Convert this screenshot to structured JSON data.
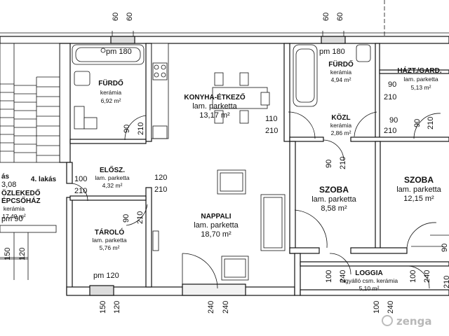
{
  "brand": {
    "watermark": "zenga"
  },
  "rooms": {
    "furdo_left": {
      "name": "FÜRDŐ",
      "floor": "kerámia",
      "area": "6,92 m²"
    },
    "konyha": {
      "name": "KONYHA-ÉTKEZŐ",
      "floor": "lam. parketta",
      "area": "13,17 m²"
    },
    "furdo_right": {
      "name": "FÜRDŐ",
      "floor": "kerámia",
      "area": "4,94 m²"
    },
    "haztgard": {
      "name": "HÁZT./GARD.",
      "floor": "lam. parketta",
      "area": "5,13 m²"
    },
    "kozl": {
      "name": "KÖZL",
      "floor": "kerámia",
      "area": "2,86 m²"
    },
    "eloszoba": {
      "name": "ELŐSZ.",
      "floor": "lam. parketta",
      "area": "4,32 m²"
    },
    "nappali": {
      "name": "NAPPALI",
      "floor": "lam. parketta",
      "area": "18,70 m²"
    },
    "szoba1": {
      "name": "SZOBA",
      "floor": "lam. parketta",
      "area": "8,58 m²"
    },
    "szoba2": {
      "name": "SZOBA",
      "floor": "lam. parketta",
      "area": "12,15 m²"
    },
    "tarolo": {
      "name": "TÁROLÓ",
      "floor": "lam. parketta",
      "area": "5,76 m²"
    },
    "loggia": {
      "name": "LOGGIA",
      "floor": "fagyálló csm. kerámia",
      "area": "5,10 m²"
    },
    "lakas": {
      "name": "4. lakás"
    },
    "kozlekedo": {
      "line1": "ás",
      "line2": "3,08",
      "line3": "ÖZLEKEDŐ",
      "line4": "ÉPCSŐHÁZ",
      "line5": "kerámia",
      "line6": "17,40 m²"
    }
  },
  "dims": {
    "top_60_a": "60",
    "top_60_b": "60",
    "top_60_c": "60",
    "top_60_d": "60",
    "pm180_a": "pm 180",
    "pm180_b": "pm 180",
    "d90_kitchen": "90",
    "d210_kitchen": "210",
    "d110_kozl": "110",
    "d210_kozl": "210",
    "d90_haztgard": "90",
    "d210_haztgard": "210",
    "d90_kozl_v": "90",
    "d210_kozl_v": "210",
    "d90_szoba_a": "90",
    "d210_szoba_a": "210",
    "d90_szoba_b": "90",
    "d210_szoba_b": "210",
    "d90_right_edge": "90",
    "d210_right_edge": "210",
    "d100_elosz": "100",
    "d210_elosz": "210",
    "d120_elosz": "120",
    "d210_elosz_b": "210",
    "d90_tarolo": "90",
    "d210_tarolo": "210",
    "pm90": "pm 90",
    "pm120": "pm 120",
    "b150_a": "150",
    "b120_a": "120",
    "b150_b": "150",
    "b120_b": "120",
    "b240_a": "240",
    "b240_b": "240",
    "b100_loggia": "100",
    "b240_loggia": "240",
    "b100_r1": "100",
    "b240_r1": "240",
    "b100_r2": "100",
    "b240_r2": "240"
  }
}
